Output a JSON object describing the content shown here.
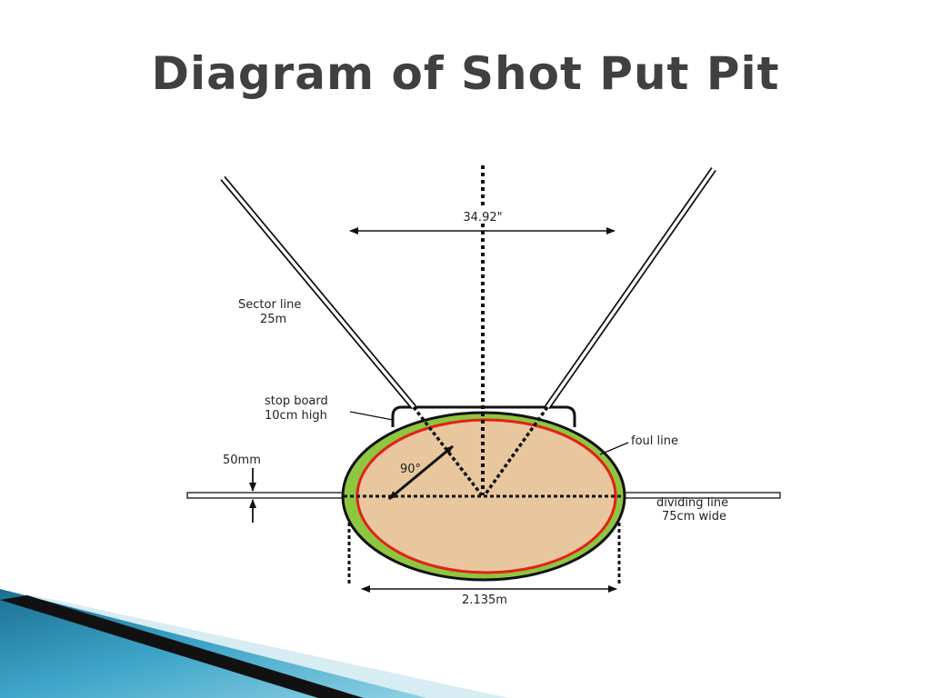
{
  "slide": {
    "title": "Diagram of Shot Put Pit"
  },
  "diagram": {
    "labels": {
      "sector_line": [
        "Sector line",
        "25m"
      ],
      "stop_board": [
        "stop board",
        "10cm high"
      ],
      "distance_top": "34.92\"",
      "angle": "90°",
      "toe_height": "50mm",
      "foul_line": "foul line",
      "dividing_line": [
        "dividing line",
        "75cm wide"
      ],
      "diameter": "2.135m"
    },
    "colors": {
      "circle_fill": "#e9c79e",
      "outer_band": "#8dc63f",
      "inner_ring": "#e32119",
      "outline": "#111111",
      "accent_teal": "#2a8fb3",
      "accent_light": "#d8ecf3"
    }
  }
}
